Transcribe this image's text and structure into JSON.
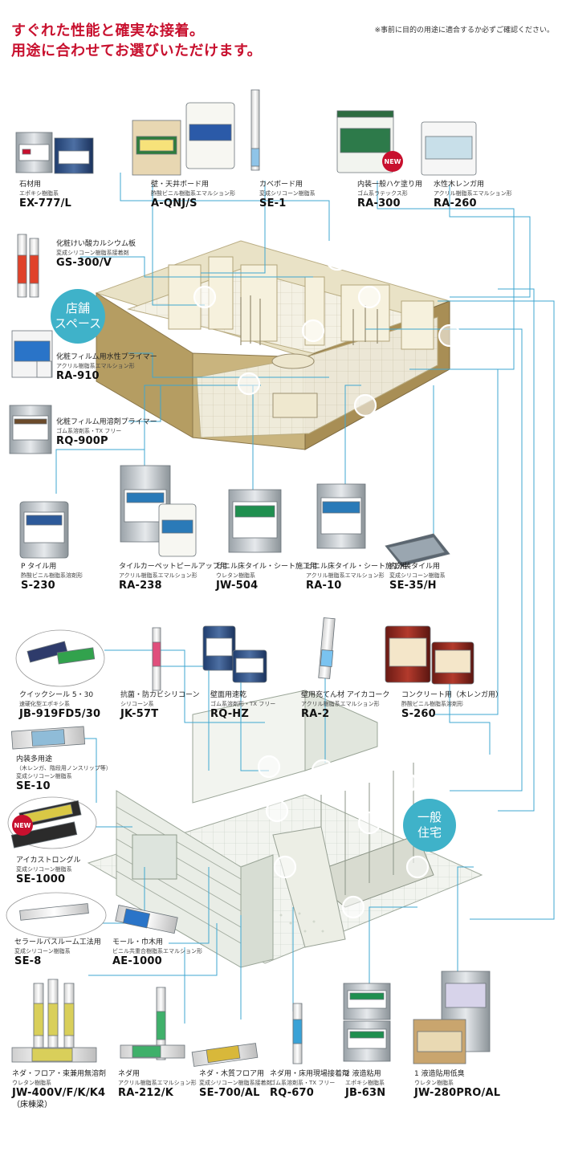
{
  "headline": {
    "line1": "すぐれた性能と確実な接着。",
    "line2": "用途に合わせてお選びいただけます。"
  },
  "notice": "※事前に目的の用途に適合するか必ずご確認ください。",
  "zones": {
    "store": {
      "line1": "店舗",
      "line2": "スペース"
    },
    "house": {
      "line1": "一般",
      "line2": "住宅"
    }
  },
  "new_label": "NEW",
  "products": [
    {
      "id": "ex777",
      "name": "石材用",
      "sub": "エポキシ樹脂系",
      "code": "EX-777/L"
    },
    {
      "id": "aqnj",
      "name": "壁・天井ボード用",
      "sub": "酢酸ビニル樹脂系エマルション形",
      "code": "A-QNJ/S"
    },
    {
      "id": "se1",
      "name": "カベボード用",
      "sub": "変成シリコーン樹脂系",
      "code": "SE-1"
    },
    {
      "id": "ra300",
      "name": "内装一般ハケ塗り用",
      "sub": "ゴム系ラテックス形",
      "code": "RA-300"
    },
    {
      "id": "ra260",
      "name": "水性木レンガ用",
      "sub": "アクリル樹脂系エマルション形",
      "code": "RA-260"
    },
    {
      "id": "gs300",
      "name": "化粧けい酸カルシウム板",
      "sub": "変成シリコーン樹脂系接着剤",
      "code": "GS-300/V"
    },
    {
      "id": "ra910",
      "name": "化粧フィルム用水性プライマー",
      "sub": "アクリル樹脂系エマルション形",
      "code": "RA-910"
    },
    {
      "id": "rq900p",
      "name": "化粧フィルム用溶剤プライマー",
      "sub": "ゴム系溶剤系・TX フリー",
      "code": "RQ-900P"
    },
    {
      "id": "s230",
      "name": "P タイル用",
      "sub": "酢酸ビニル樹脂系溶剤形",
      "code": "S-230"
    },
    {
      "id": "ra238",
      "name": "タイルカーペットピールアップ用",
      "sub": "アクリル樹脂系エマルション形",
      "code": "RA-238"
    },
    {
      "id": "jw504",
      "name": "ビニル床タイル・シート施工用",
      "sub": "ウレタン樹脂系",
      "code": "JW-504"
    },
    {
      "id": "ra10",
      "name": "ビニル床タイル・シート施工用",
      "sub": "アクリル樹脂系エマルション形",
      "code": "RA-10"
    },
    {
      "id": "se35",
      "name": "内外装タイル用",
      "sub": "変成シリコーン樹脂系",
      "code": "SE-35/H"
    },
    {
      "id": "jb919",
      "name": "クイックシール 5・30",
      "sub": "速硬化型エポキシ系",
      "code": "JB-919FD5/30"
    },
    {
      "id": "jk57t",
      "name": "抗菌・防カビシリコーン",
      "sub": "シリコーン系",
      "code": "JK-57T"
    },
    {
      "id": "rqhz",
      "name": "壁面用速乾",
      "sub": "ゴム系溶剤形・TX フリー",
      "code": "RQ-HZ"
    },
    {
      "id": "ra2",
      "name": "壁用充てん材 アイカコーク",
      "sub": "アクリル樹脂系エマルション形",
      "code": "RA-2"
    },
    {
      "id": "s260",
      "name": "コンクリート用（木レンガ用）",
      "sub": "酢酸ビニル樹脂系溶剤形",
      "code": "S-260"
    },
    {
      "id": "se10",
      "name": "内装多用途",
      "sub": "（木レンガ、階段用ノンスリップ等）",
      "sub2": "変成シリコーン樹脂系",
      "code": "SE-10"
    },
    {
      "id": "se1000",
      "name": "アイカストロングル",
      "sub": "変成シリコーン樹脂系",
      "code": "SE-1000"
    },
    {
      "id": "se8",
      "name": "セラールバスルーム工法用",
      "sub": "変成シリコーン樹脂系",
      "code": "SE-8"
    },
    {
      "id": "ae1000",
      "name": "モール・巾木用",
      "sub": "ビニル共重合樹脂系エマルション形",
      "code": "AE-1000"
    },
    {
      "id": "jw400",
      "name": "ネダ・フロア・束兼用無溶剤",
      "sub": "ウレタン樹脂系",
      "code": "JW-400V/F/K/K4",
      "extra": "（床棟梁）"
    },
    {
      "id": "ra212",
      "name": "ネダ用",
      "sub": "アクリル樹脂系エマルション形",
      "code": "RA-212/K"
    },
    {
      "id": "se700",
      "name": "ネダ・木質フロア用",
      "sub": "変成シリコーン樹脂系接着剤",
      "code": "SE-700/AL"
    },
    {
      "id": "rq670",
      "name": "ネダ用・床用現場接着剤",
      "sub": "ゴム系溶剤系・TX フリー",
      "code": "RQ-670"
    },
    {
      "id": "jb63n",
      "name": "2 液造粘用",
      "sub": "エポキシ樹脂系",
      "code": "JB-63N"
    },
    {
      "id": "jw280",
      "name": "1 液造貼用低臭",
      "sub": "ウレタン樹脂系",
      "code": "JW-280PRO/AL"
    }
  ]
}
